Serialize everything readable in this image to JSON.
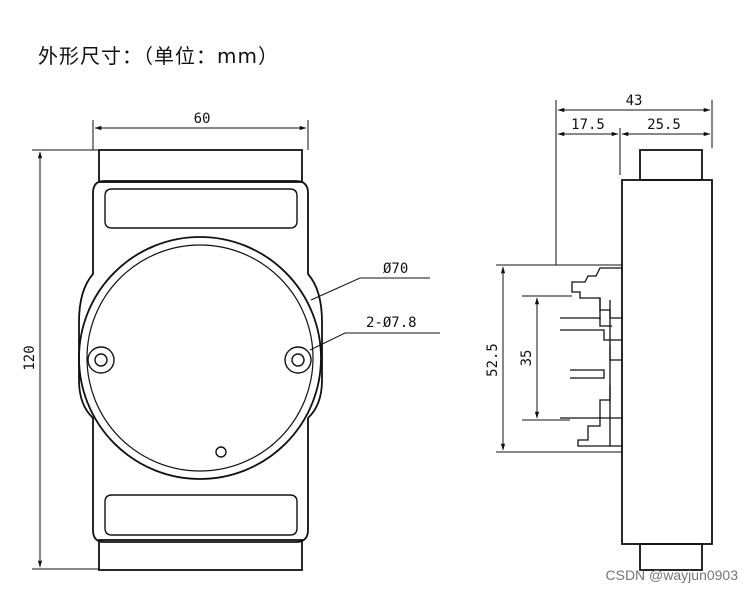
{
  "title": "外形尺寸：（单位：mm）",
  "front_view": {
    "width_label": "60",
    "height_label": "120",
    "diameter_label": "Ø70",
    "holes_label": "2-Ø7.8"
  },
  "side_view": {
    "depth_label": "43",
    "left_offset_label": "17.5",
    "right_offset_label": "25.5",
    "rail_height_label": "52.5",
    "rail_inner_label": "35"
  },
  "watermark": "CSDN @wayjun0903"
}
